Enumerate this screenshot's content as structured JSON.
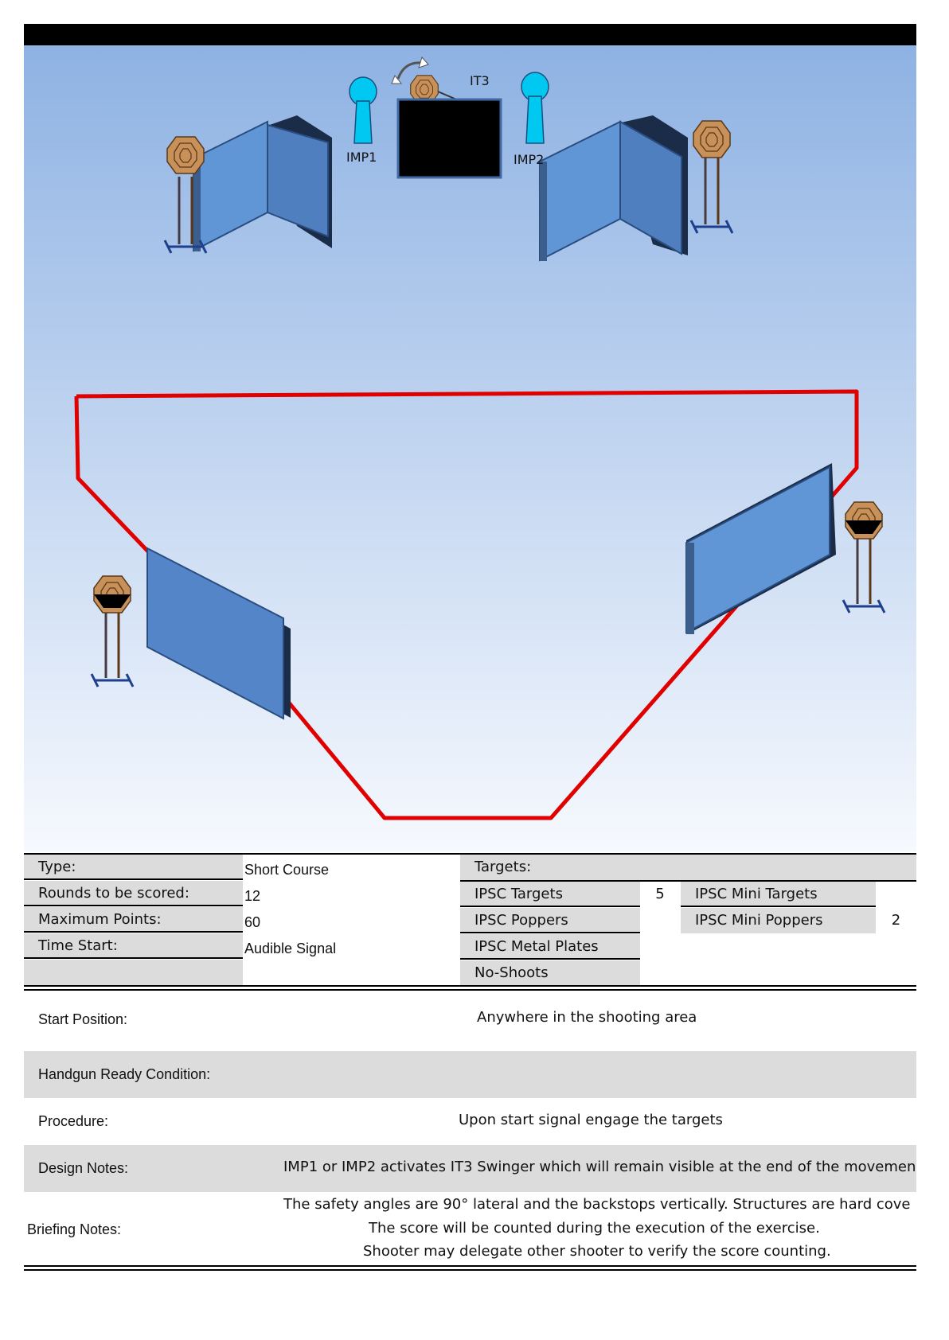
{
  "diagram": {
    "labels": {
      "imp1": "IMP1",
      "imp2": "IMP2",
      "it3": "IT3"
    },
    "colors": {
      "sky_top": "#8eb2e3",
      "sky_bottom": "#f6f9fe",
      "fault_line": "#e00000",
      "wall": "#5b8dd1",
      "popper": "#00c8f0",
      "target": "#c8915a"
    }
  },
  "info_table": {
    "type_label": "Type:",
    "type_value": "Short Course",
    "rounds_label": "Rounds to be scored:",
    "rounds_value": "12",
    "points_label": "Maximum Points:",
    "points_value": "60",
    "start_label": "Time Start:",
    "start_value": "Audible Signal",
    "targets_header": "Targets:",
    "ipsc_targets_label": "IPSC Targets",
    "ipsc_targets_value": "5",
    "ipsc_poppers_label": "IPSC Poppers",
    "ipsc_metal_plates_label": "IPSC Metal Plates",
    "no_shoots_label": "No-Shoots",
    "ipsc_mini_targets_label": "IPSC Mini Targets",
    "ipsc_mini_poppers_label": "IPSC Mini Poppers",
    "ipsc_mini_poppers_value": "2"
  },
  "details": {
    "start_position_label": "Start Position:",
    "start_position_value": "Anywhere in the shooting area",
    "ready_condition_label": "Handgun Ready Condition:",
    "procedure_label": "Procedure:",
    "procedure_value": "Upon start signal engage the targets",
    "design_notes_label": "Design Notes:",
    "design_notes_value": "IMP1 or IMP2 activates IT3 Swinger which will remain visible at the end of the movemen",
    "briefing_notes_label": "Briefing Notes:",
    "briefing_notes_lines": [
      "The safety angles are 90° lateral and the backstops vertically. Structures are hard cove",
      "The score will be counted during the execution of the exercise.",
      "Shooter may delegate other shooter to verify the score counting."
    ]
  }
}
